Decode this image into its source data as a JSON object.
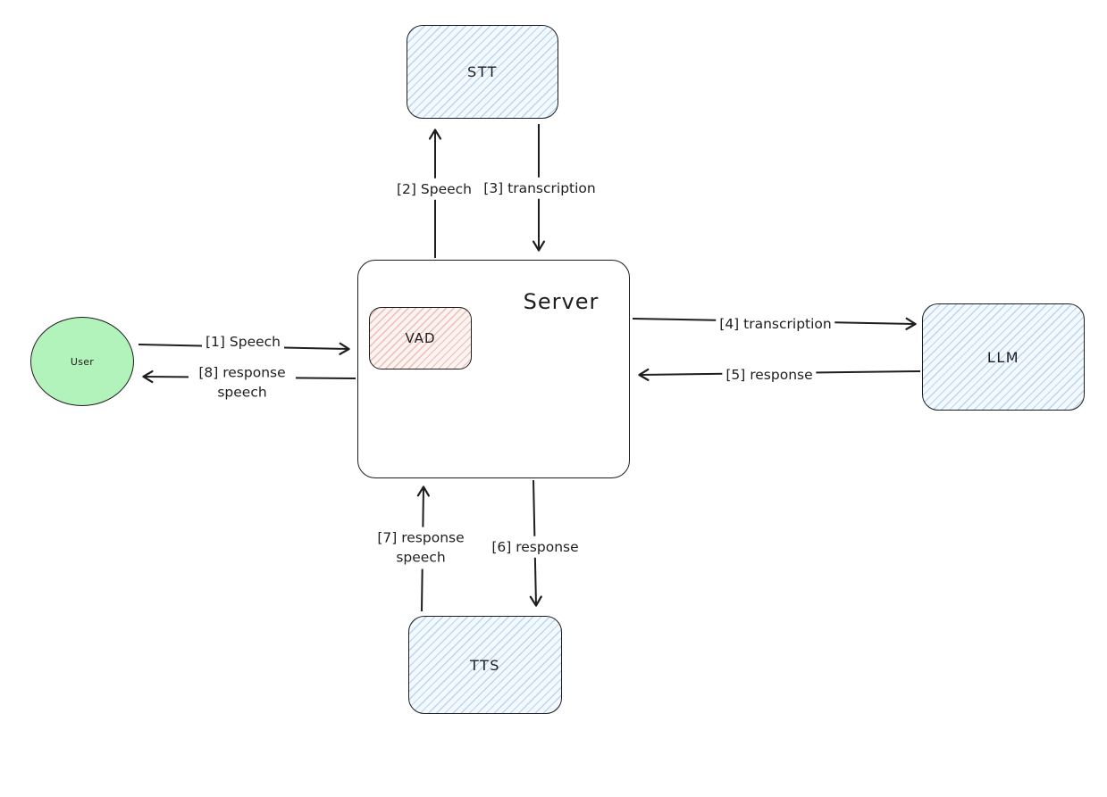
{
  "diagram": {
    "nodes": {
      "user": {
        "label": "User"
      },
      "server": {
        "label": "Server"
      },
      "vad": {
        "label": "VAD"
      },
      "stt": {
        "label": "STT"
      },
      "llm": {
        "label": "LLM"
      },
      "tts": {
        "label": "TTS"
      }
    },
    "edges": [
      {
        "id": 1,
        "from": "User",
        "to": "Server",
        "label": "[1] Speech"
      },
      {
        "id": 2,
        "from": "Server",
        "to": "STT",
        "label": "[2] Speech"
      },
      {
        "id": 3,
        "from": "STT",
        "to": "Server",
        "label": "[3] transcription"
      },
      {
        "id": 4,
        "from": "Server",
        "to": "LLM",
        "label": "[4] transcription"
      },
      {
        "id": 5,
        "from": "LLM",
        "to": "Server",
        "label": "[5] response"
      },
      {
        "id": 6,
        "from": "Server",
        "to": "TTS",
        "label": "[6] response"
      },
      {
        "id": 7,
        "from": "TTS",
        "to": "Server",
        "label": "[7] response speech"
      },
      {
        "id": 8,
        "from": "Server",
        "to": "User",
        "label": "[8] response speech"
      }
    ],
    "colors": {
      "stroke": "#1e1e1e",
      "blue_node_fill": "#f3f9ff",
      "blue_hatch": "#6eaadc",
      "pink_node_fill": "#fdf3f1",
      "pink_hatch": "#d67a6e",
      "user_fill": "#b2f2bb",
      "background": "#ffffff"
    }
  }
}
